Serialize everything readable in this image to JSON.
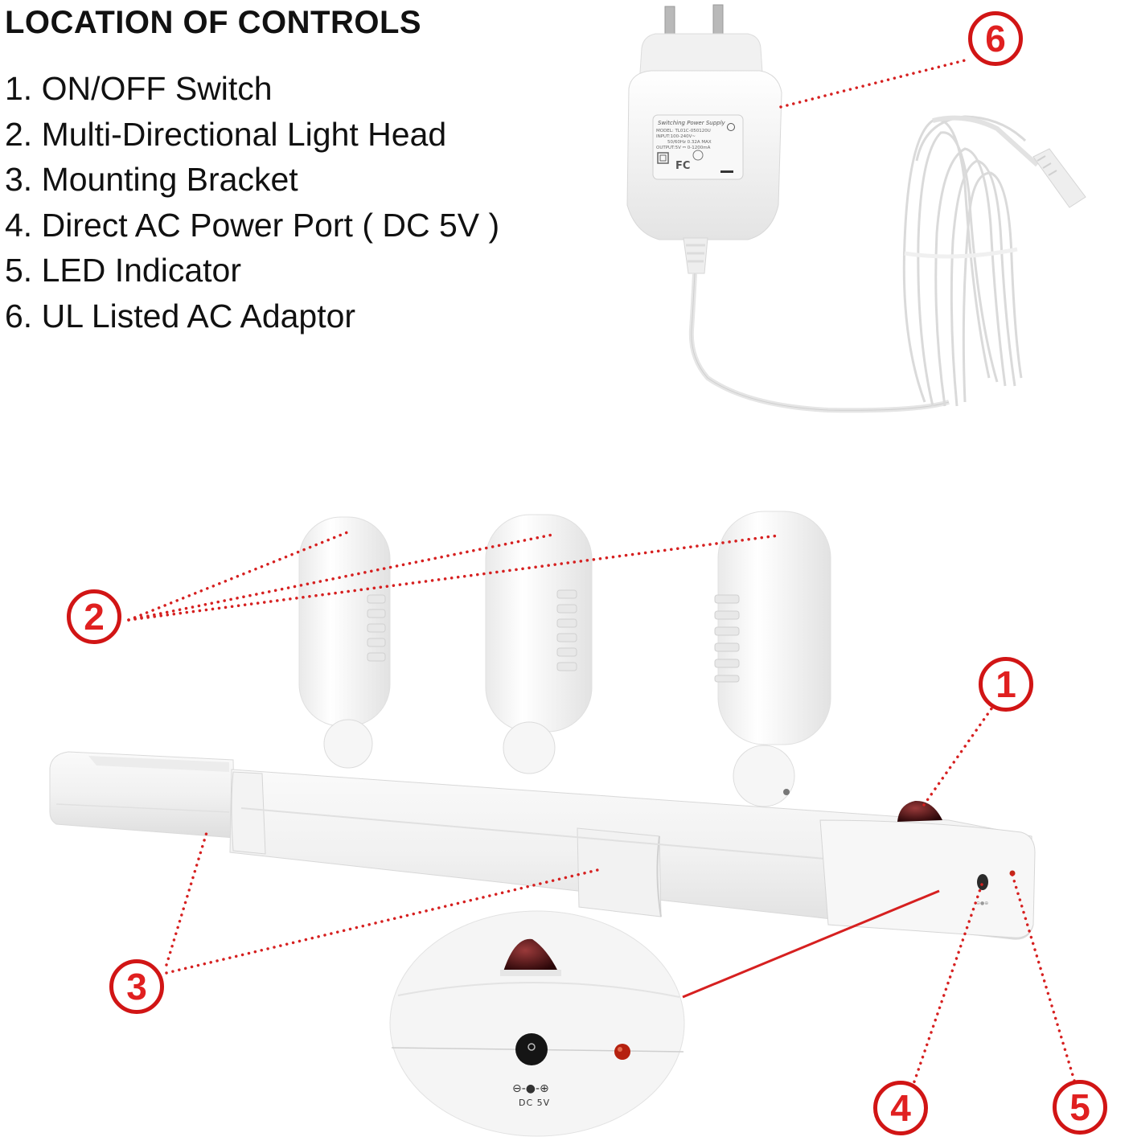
{
  "title": "LOCATION OF CONTROLS",
  "legend": [
    {
      "number": "1",
      "text": "1. ON/OFF Switch"
    },
    {
      "number": "2",
      "text": "2. Multi-Directional Light Head"
    },
    {
      "number": "3",
      "text": "3. Mounting Bracket"
    },
    {
      "number": "4",
      "text": "4. Direct AC Power Port ( DC 5V )"
    },
    {
      "number": "5",
      "text": "5. LED Indicator"
    },
    {
      "number": "6",
      "text": "6. UL Listed AC Adaptor"
    }
  ],
  "callouts": {
    "c1": "1",
    "c2": "2",
    "c3": "3",
    "c4": "4",
    "c5": "5",
    "c6": "6"
  },
  "adapter_label": {
    "brand": "Switching Power Supply",
    "model": "MODEL: TL01C-050120U",
    "input": "INPUT:100-240V~",
    "freq": "50/60Hz 0.32A MAX",
    "output": "OUTPUT:5V ⎓ 0-1200mA"
  },
  "inset_label": {
    "polarity": "⊖-●-⊕",
    "voltage": "DC  5V"
  },
  "colors": {
    "callout_red": "#d11515",
    "product_white": "#f4f4f4",
    "switch_dark_red": "#4a0e12",
    "led_red": "#b5210f"
  }
}
